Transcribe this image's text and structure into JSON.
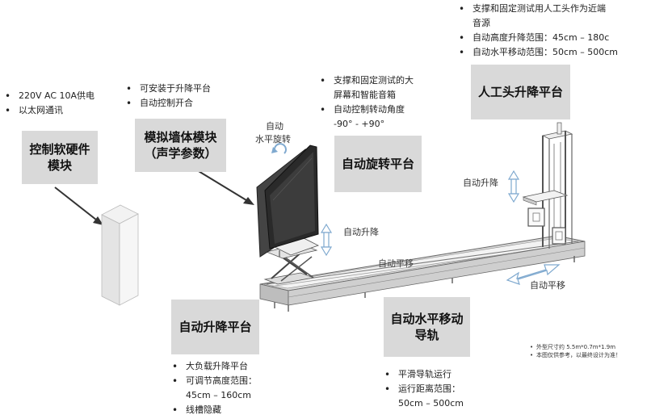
{
  "boxes": {
    "control_module": "控制软硬件\n模块",
    "wall_module_title": "模拟墙体模块",
    "wall_module_sub": "（声学参数）",
    "rotate_platform": "自动旋转平台",
    "head_lift": "人工头升降平台",
    "lift_platform": "自动升降平台",
    "rail": "自动水平移动\n导轨"
  },
  "control_bullets": [
    "220V AC 10A供电",
    "以太网通讯"
  ],
  "wall_bullets": [
    "可安装于升降平台",
    "自动控制开合"
  ],
  "rotate_bullets": {
    "b1_line1": "支撑和固定测试的大",
    "b1_line2": "屏幕和智能音箱",
    "b2": "自动控制转动角度",
    "b2_cont": "-90° - +90°"
  },
  "head_bullets": {
    "b1_line1": "支撑和固定测试用人工头作为近端",
    "b1_line2": "音源",
    "b2": "自动高度升降范围：45cm  –  180c",
    "b3": "自动水平移动范围：50cm  –  500cm"
  },
  "lift_bullets": {
    "b1": "大负载升降平台",
    "b2": "可调节高度范围：",
    "b2_cont": "45cm  –  160cm",
    "b3": "线槽隐藏"
  },
  "rail_bullets": {
    "b1": "平滑导轨运行",
    "b2": "运行距离范围：",
    "b2_cont": "50cm  –  500cm"
  },
  "annotations": {
    "auto_rotate_1": "自动",
    "auto_rotate_2": "水平旋转",
    "auto_lift_screen": "自动升降",
    "auto_lift_head": "自动升降",
    "auto_move_rail": "自动平移",
    "auto_move_mid": "自动平移"
  },
  "notes": [
    "外型尺寸约 5.5m*0.7m*1.9m",
    "本图仅供参考，以最终设计为准！"
  ],
  "colors": {
    "box_bg": "#d9d9d9",
    "arrow_blue": "#7fa9cf",
    "frame": "#7a7a7a",
    "screen": "#2a2a2a"
  }
}
